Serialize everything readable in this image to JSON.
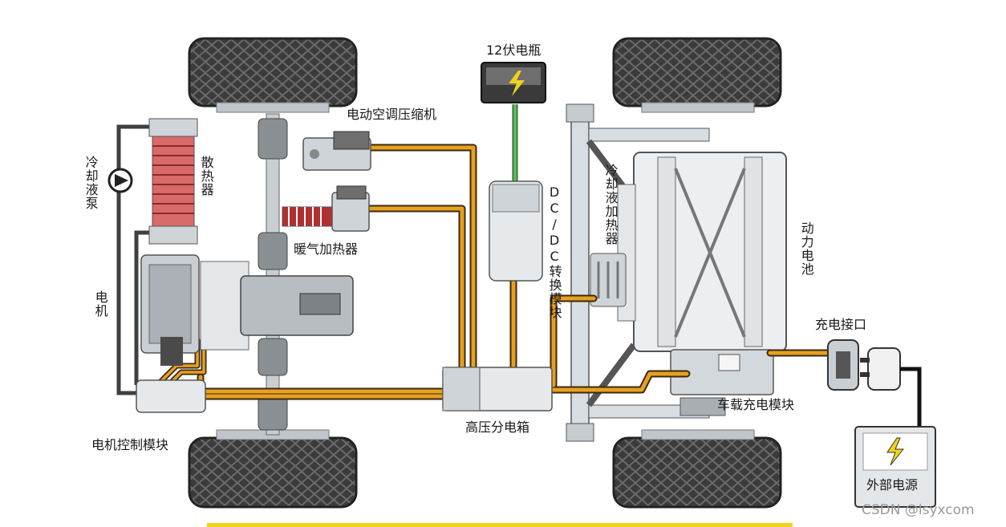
{
  "labels": {
    "battery12v": "12伏电瓶",
    "ac_compressor": "电动空调压缩机",
    "heater": "暖气加热器",
    "radiator": "散热器",
    "coolant_pump": "冷却液泵",
    "motor": "电机",
    "motor_controller": "电机控制模块",
    "hv_box": "高压分电箱",
    "dcdc": "DC/DC转换模块",
    "coolant_heater": "冷却液加热器",
    "power_battery": "动力电池",
    "charge_port": "充电接口",
    "onboard_charger": "车载充电模块",
    "external_power": "外部电源"
  },
  "watermark": "CSDN @lsyxcom",
  "colors": {
    "hv_cable": "#e8a020",
    "lv_cable": "#5cb85c",
    "coolant_pipe": "#555555",
    "tire": "#3a3a3a",
    "component": "#d8dde2",
    "accent_yellow": "#f2d21a"
  }
}
